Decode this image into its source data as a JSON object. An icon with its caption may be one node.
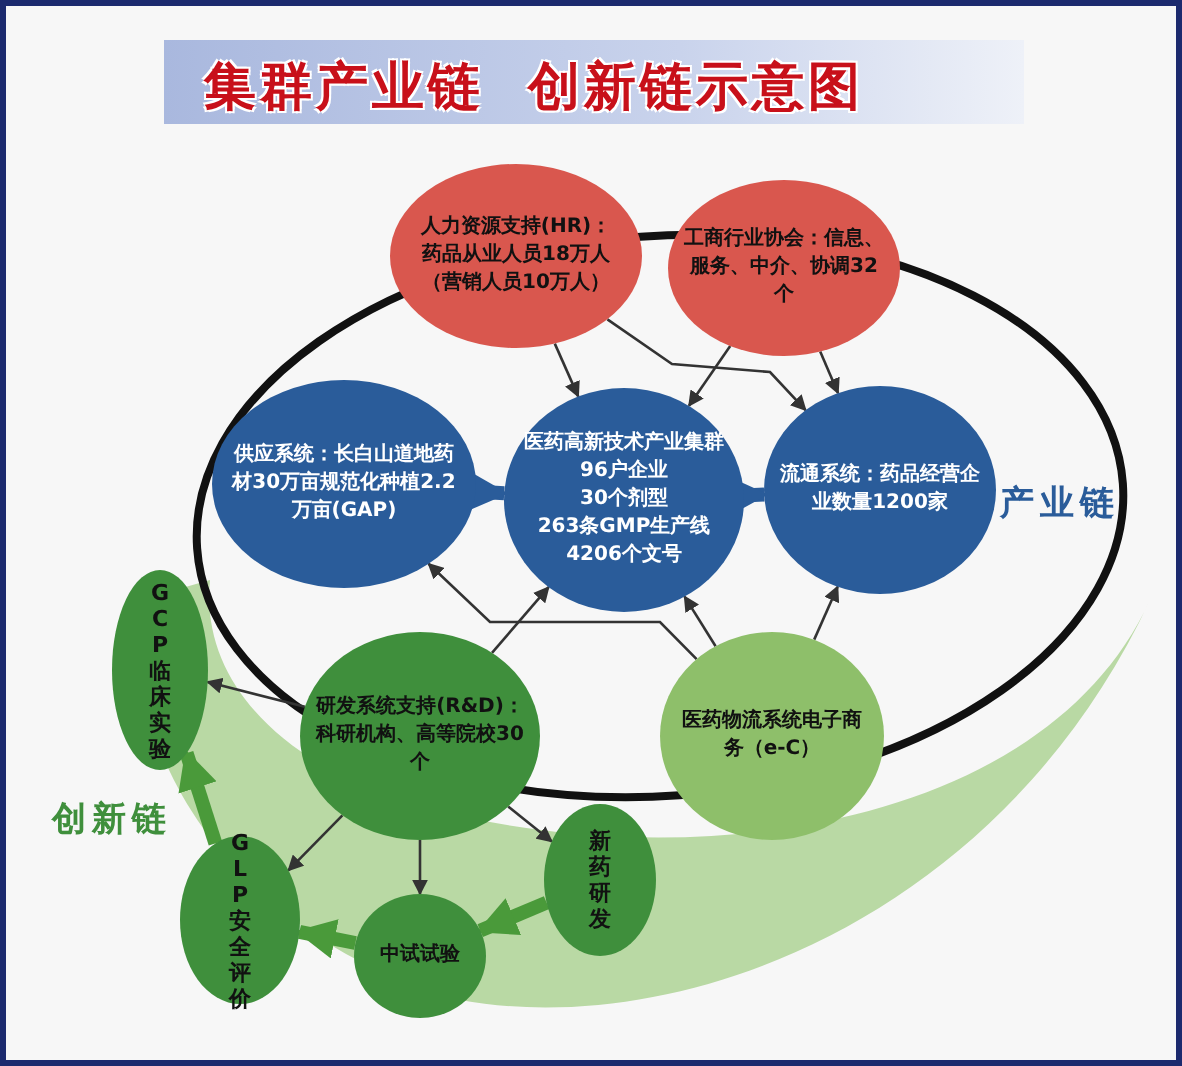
{
  "diagram": {
    "title": "集群产业链  创新链示意图",
    "nodes": [
      {
        "text": [
          "人力资源支持(HR)：药品从业人员18万人（营销人员10万人）"
        ]
      },
      {
        "text": [
          "工商行业协会：信息、服务、中介、协调32个"
        ]
      },
      {
        "text": [
          "供应系统：长白山道地药材30万亩规范化种植2.2万亩(GAP)"
        ]
      },
      {
        "text": [
          "医药高新技术产业集群",
          "96户企业",
          "30个剂型",
          "263条GMP生产线",
          "4206个文号"
        ]
      },
      {
        "text": [
          "流通系统：药品经营企业数量1200家"
        ]
      },
      {
        "text": [
          "医药物流系统电子商务（e-C）"
        ]
      },
      {
        "text": [
          "研发系统支持(R&D)：科研机构、高等院校30个"
        ]
      },
      {
        "text": [
          "GCP临床实验"
        ]
      },
      {
        "text": [
          "GLP安全评价"
        ]
      },
      {
        "text": [
          "中试试验"
        ]
      },
      {
        "text": [
          "新药研发"
        ]
      }
    ],
    "edges": [
      {
        "from": 0,
        "to": 3,
        "arrow": "to"
      },
      {
        "from": 0,
        "to": 4,
        "arrow": "to"
      },
      {
        "from": 1,
        "to": 3,
        "arrow": "to"
      },
      {
        "from": 1,
        "to": 4,
        "arrow": "to"
      },
      {
        "from": 2,
        "to": 3,
        "arrow": "to",
        "style": "thick",
        "color": "#2a5c9a"
      },
      {
        "from": 3,
        "to": 4,
        "arrow": "to",
        "style": "thick",
        "color": "#2a5c9a"
      },
      {
        "from": 5,
        "to": 2,
        "arrow": "to"
      },
      {
        "from": 5,
        "to": 3,
        "arrow": "to"
      },
      {
        "from": 5,
        "to": 4,
        "arrow": "to"
      },
      {
        "from": 6,
        "to": 3,
        "arrow": "to"
      },
      {
        "from": 6,
        "to": 7,
        "arrow": "to"
      },
      {
        "from": 6,
        "to": 8,
        "arrow": "to"
      },
      {
        "from": 6,
        "to": 9,
        "arrow": "to"
      },
      {
        "from": 6,
        "to": 10,
        "arrow": "to"
      },
      {
        "from": 10,
        "to": 9,
        "arrow": "to",
        "style": "thick",
        "color": "#4a9a3a"
      },
      {
        "from": 9,
        "to": 8,
        "arrow": "to",
        "style": "thick",
        "color": "#4a9a3a"
      },
      {
        "from": 8,
        "to": 7,
        "arrow": "to",
        "style": "thick",
        "color": "#4a9a3a"
      }
    ],
    "labels": [
      "产业链",
      "创新链"
    ]
  }
}
